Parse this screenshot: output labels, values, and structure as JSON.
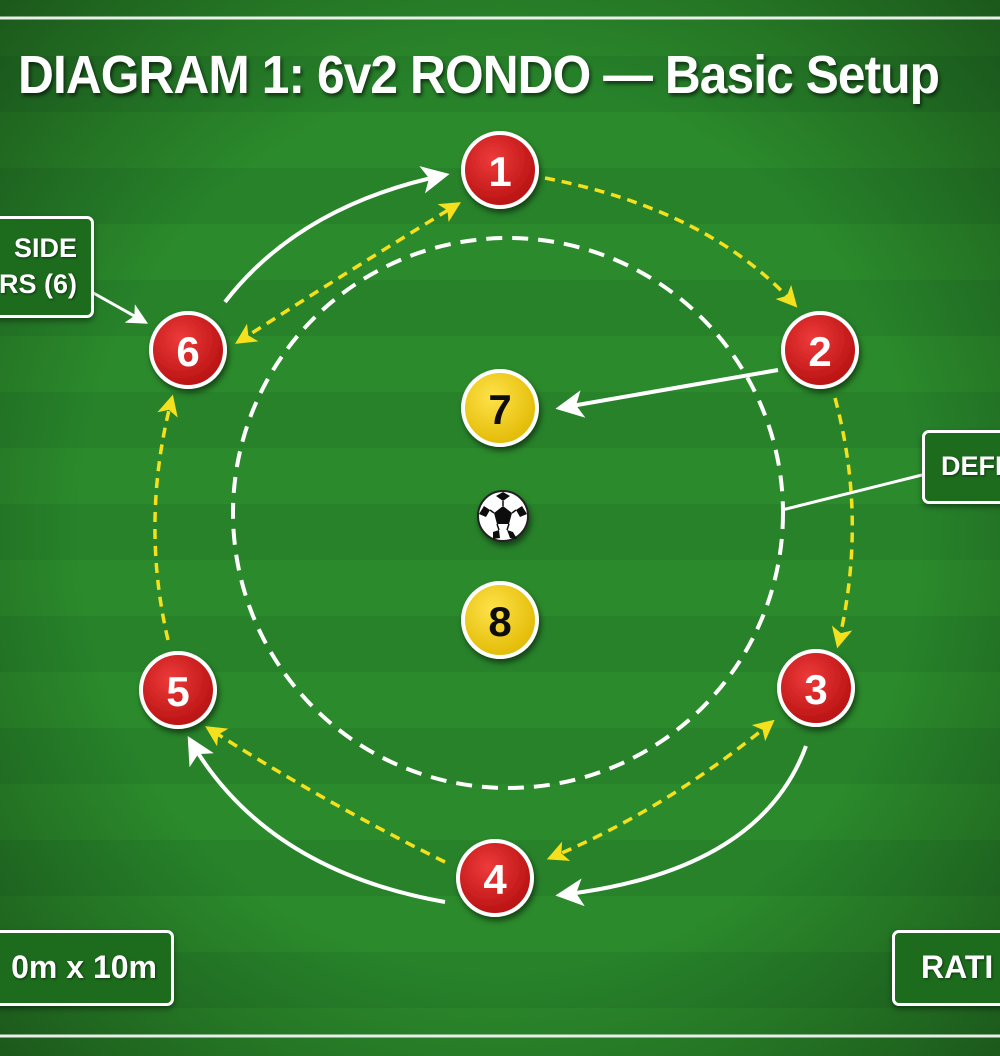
{
  "title": "DIAGRAM 1: 6v2 RONDO — Basic Setup",
  "callouts": {
    "outside_players": {
      "line1": "SIDE",
      "line2": "RS (6)"
    },
    "defenders": {
      "text": "DEFE"
    },
    "area_size": {
      "text": "0m x 10m"
    },
    "ratio": {
      "text": "RATI"
    }
  },
  "players": {
    "p1": "1",
    "p2": "2",
    "p3": "3",
    "p4": "4",
    "p5": "5",
    "p6": "6",
    "d7": "7",
    "d8": "8"
  },
  "colors": {
    "pitch": "#2b8a2b",
    "pitch_dark": "#247a24",
    "attacker": "#d01c1c",
    "defender": "#f2cc0c",
    "pass_line": "#f4e01c",
    "movement_line": "#ffffff",
    "boundary": "#ffffff"
  },
  "icons": {
    "ball": "soccer-ball-icon"
  }
}
